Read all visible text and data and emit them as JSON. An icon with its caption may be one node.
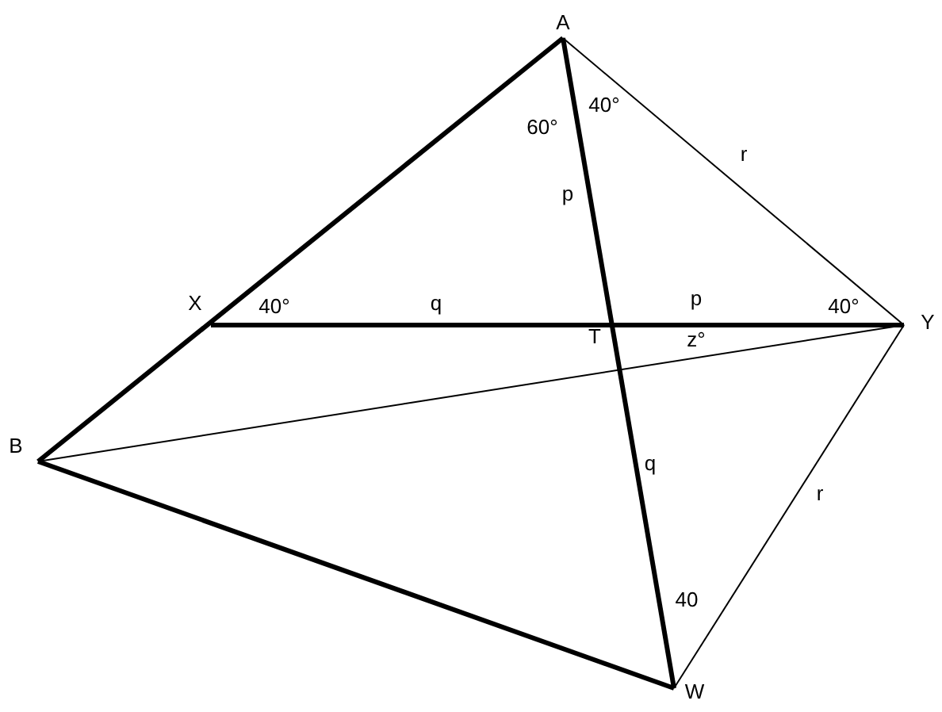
{
  "diagram": {
    "labels": [
      "A",
      "60°",
      "40°",
      "r",
      "p",
      "X",
      "40°",
      "q",
      "p",
      "40°",
      "Y",
      "T",
      "z°",
      "B",
      "q",
      "r",
      "40",
      "W"
    ]
  }
}
